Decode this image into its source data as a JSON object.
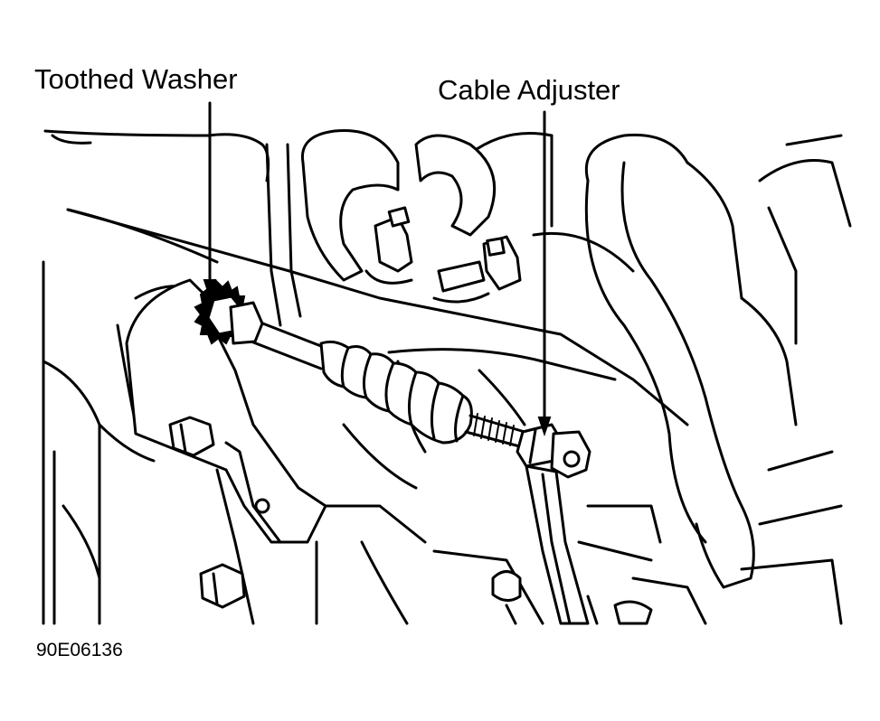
{
  "callouts": {
    "toothed_washer": "Toothed Washer",
    "cable_adjuster": "Cable Adjuster"
  },
  "figure_id": "90E06136",
  "colors": {
    "ink": "#000000",
    "paper": "#ffffff"
  }
}
